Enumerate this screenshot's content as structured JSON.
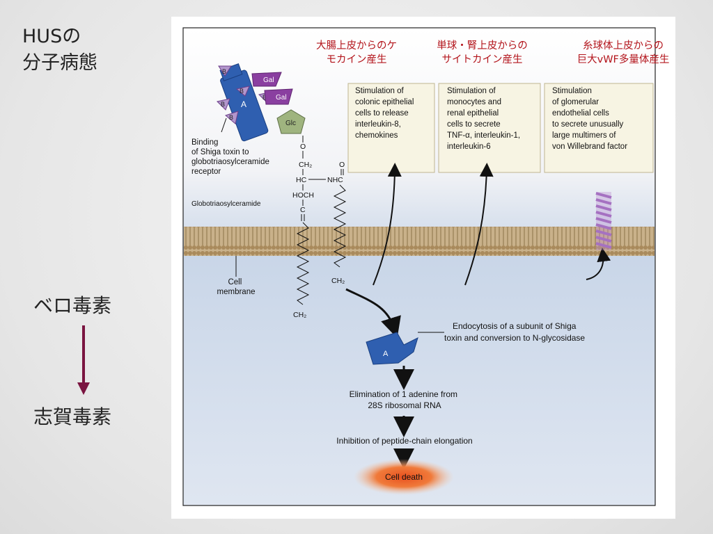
{
  "slide": {
    "title_line1": "HUSの",
    "title_line2": "分子病態",
    "toxin_label_top": "ベロ毒素",
    "toxin_label_bottom": "志賀毒素"
  },
  "japanese_captions": {
    "colonic_line1": "大腸上皮からのケ",
    "colonic_line2": "モカイン産生",
    "mono_line1": "単球・腎上皮からの",
    "mono_line2": "サイトカイン産生",
    "glom_line1": "糸球体上皮からの",
    "glom_line2": "巨大vWF多量体産生"
  },
  "boxes": {
    "colonic": [
      "Stimulation of",
      "colonic epithelial",
      "cells to release",
      "interleukin-8,",
      "chemokines"
    ],
    "mono": [
      "Stimulation of",
      "monocytes and",
      "renal epithelial",
      "cells to secrete",
      "TNF-α, interleukin-1,",
      "interleukin-6"
    ],
    "glom": [
      "Stimulation",
      "of glomerular",
      "endothelial cells",
      "to secrete unusually",
      "large multimers of",
      "von Willebrand factor"
    ]
  },
  "toxin": {
    "subunit_a": "A",
    "subunit_b": "B",
    "gal": "Gal",
    "glc": "Glc"
  },
  "labels": {
    "binding": [
      "Binding",
      "of Shiga toxin to",
      "globotriaosylceramide",
      "receptor"
    ],
    "glob": "Globotriaosylceramide",
    "membrane": [
      "Cell",
      "membrane"
    ],
    "endocytosis": [
      "Endocytosis of a subunit of Shiga",
      "toxin and conversion to N-glycosidase"
    ],
    "elimination": [
      "Elimination of 1 adenine from",
      "28S ribosomal RNA"
    ],
    "inhibition": "Inhibition of peptide-chain elongation",
    "death": "Cell death"
  },
  "chem": {
    "o": "O",
    "ch2": "CH₂",
    "hc": "HC",
    "nhc": "NHC",
    "hoch": "HOCH",
    "c": "C",
    "carbonyl_o": "O"
  },
  "colors": {
    "accent_red": "#b3141b",
    "arrow_maroon": "#7a1440",
    "toxin_blue": "#2f5fb0",
    "gal_purple": "#8a3fa0",
    "glc_green": "#9fb47f",
    "membrane_tan": "#b49a6c"
  }
}
